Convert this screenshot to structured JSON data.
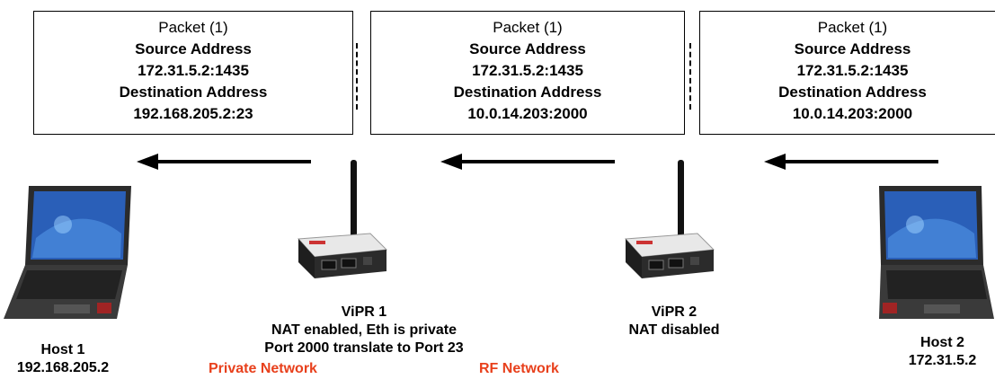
{
  "packets": [
    {
      "title": "Packet (1)",
      "src_label": "Source Address",
      "src": "172.31.5.2:1435",
      "dst_label": "Destination Address",
      "dst": "192.168.205.2:23"
    },
    {
      "title": "Packet (1)",
      "src_label": "Source Address",
      "src": "172.31.5.2:1435",
      "dst_label": "Destination Address",
      "dst": "10.0.14.203:2000"
    },
    {
      "title": "Packet (1)",
      "src_label": "Source Address",
      "src": "172.31.5.2:1435",
      "dst_label": "Destination Address",
      "dst": "10.0.14.203:2000"
    }
  ],
  "host1": {
    "name": "Host 1",
    "ip": "192.168.205.2"
  },
  "host2": {
    "name": "Host 2",
    "ip": "172.31.5.2"
  },
  "vipr1": {
    "name": "ViPR 1",
    "line1": "NAT enabled, Eth is private",
    "line2": "Port 2000 translate to Port 23"
  },
  "vipr2": {
    "name": "ViPR 2",
    "line1": "NAT disabled"
  },
  "networks": {
    "private": "Private Network",
    "rf": "RF Network"
  },
  "colors": {
    "network_label": "#e8401c",
    "laptop_screen": "#2a5fb8",
    "router_body": "#1e1e1e"
  },
  "icons": [
    "laptop-icon",
    "router-icon",
    "left-arrow-icon"
  ]
}
